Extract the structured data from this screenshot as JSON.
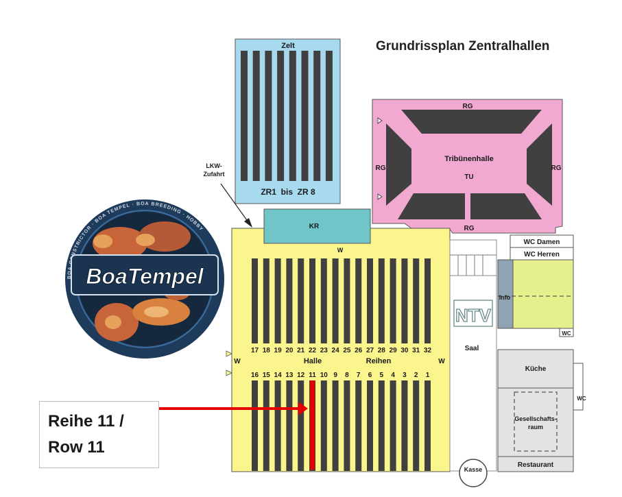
{
  "map": {
    "title": "Grundrissplan Zentralhallen",
    "areas": {
      "zelt": "Zelt",
      "zelt_rows": "ZR1  bis  ZR 8",
      "lkw_line1": "LKW-",
      "lkw_line2": "Zufahrt",
      "kr": "KR",
      "rg": "RG",
      "tribuene": "Tribünenhalle",
      "tu": "TU",
      "halle": "Halle",
      "reihen": "Reihen",
      "w": "W",
      "wc_damen": "WC Damen",
      "wc_herren": "WC Herren",
      "info": "Info",
      "wc": "WC",
      "ntv": "NTV",
      "saal": "Saal",
      "kueche": "Küche",
      "gesell_line1": "Gesellschafts-",
      "gesell_line2": "raum",
      "restaurant": "Restaurant",
      "kasse": "Kasse"
    },
    "upper_rows": [
      "17",
      "18",
      "19",
      "20",
      "21",
      "22",
      "23",
      "24",
      "25",
      "26",
      "27",
      "28",
      "29",
      "30",
      "31",
      "32"
    ],
    "lower_rows": [
      "16",
      "15",
      "14",
      "13",
      "12",
      "11",
      "10",
      "9",
      "8",
      "7",
      "6",
      "5",
      "4",
      "3",
      "2",
      "1"
    ],
    "highlighted_row": "11"
  },
  "logo": {
    "name": "BoaTempel",
    "ring_text": "BOA CONSTRICTOR · BOA TEMPEL · BOA BREEDING · HOBBY"
  },
  "callout": {
    "line1": "Reihe 11 /",
    "line2": "Row 11"
  },
  "colors": {
    "zelt": "#a7d9ef",
    "tribuene": "#f2a9d1",
    "halle": "#fbf58d",
    "kr": "#6fc5c7",
    "rows": "#404040",
    "arrow": "#e60000",
    "logo_ring": "#1f3b5c"
  }
}
